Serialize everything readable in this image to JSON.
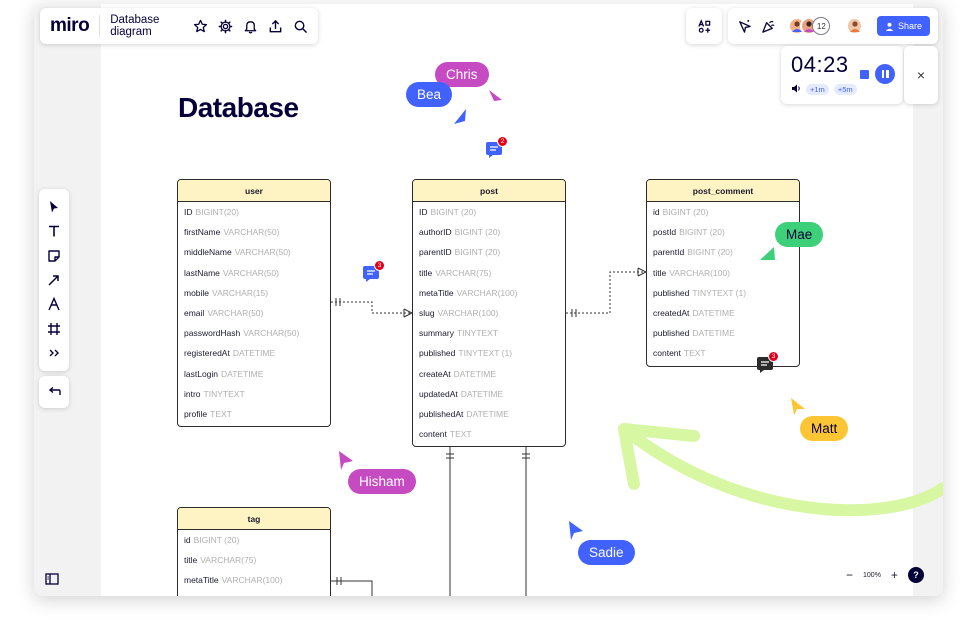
{
  "app": {
    "logo": "miro",
    "board_title": "Database diagram"
  },
  "collab": {
    "extra_count": "12",
    "share_label": "Share"
  },
  "timer": {
    "time": "04:23",
    "add_1m": "+1m",
    "add_5m": "+5m",
    "close": "×"
  },
  "canvas": {
    "heading": "Database"
  },
  "tables": {
    "user": {
      "name": "user",
      "fields": [
        {
          "name": "ID",
          "type": "BIGINT(20)"
        },
        {
          "name": "firstName",
          "type": "VARCHAR(50)"
        },
        {
          "name": "middleName",
          "type": "VARCHAR(50)"
        },
        {
          "name": "lastName",
          "type": "VARCHAR(50)"
        },
        {
          "name": "mobile",
          "type": "VARCHAR(15)"
        },
        {
          "name": "email",
          "type": "VARCHAR(50)"
        },
        {
          "name": "passwordHash",
          "type": "VARCHAR(50)"
        },
        {
          "name": "registeredAt",
          "type": "DATETIME"
        },
        {
          "name": "lastLogin",
          "type": "DATETIME"
        },
        {
          "name": "intro",
          "type": "TINYTEXT"
        },
        {
          "name": "profile",
          "type": "TEXT"
        }
      ]
    },
    "post": {
      "name": "post",
      "fields": [
        {
          "name": "ID",
          "type": "BIGINT (20)"
        },
        {
          "name": "authorID",
          "type": "BIGINT (20)"
        },
        {
          "name": "parentID",
          "type": "BIGINT (20)"
        },
        {
          "name": "title",
          "type": "VARCHAR(75)"
        },
        {
          "name": "metaTitle",
          "type": "VARCHAR(100)"
        },
        {
          "name": "slug",
          "type": "VARCHAR(100)"
        },
        {
          "name": "summary",
          "type": "TINYTEXT"
        },
        {
          "name": "published",
          "type": "TINYTEXT (1)"
        },
        {
          "name": "createAt",
          "type": "DATETIME"
        },
        {
          "name": "updatedAt",
          "type": "DATETIME"
        },
        {
          "name": "publishedAt",
          "type": "DATETIME"
        },
        {
          "name": "content",
          "type": "TEXT"
        }
      ]
    },
    "post_comment": {
      "name": "post_comment",
      "fields": [
        {
          "name": "id",
          "type": "BIGINT (20)"
        },
        {
          "name": "postId",
          "type": "BIGINT (20)"
        },
        {
          "name": "parentId",
          "type": "BIGINT (20)"
        },
        {
          "name": "title",
          "type": "VARCHAR(100)"
        },
        {
          "name": "published",
          "type": "TINYTEXT (1)"
        },
        {
          "name": "createdAt",
          "type": "DATETIME"
        },
        {
          "name": "published",
          "type": "DATETIME"
        },
        {
          "name": "content",
          "type": "TEXT"
        }
      ]
    },
    "tag": {
      "name": "tag",
      "fields": [
        {
          "name": "id",
          "type": "BIGINT (20)"
        },
        {
          "name": "title",
          "type": "VARCHAR(75)"
        },
        {
          "name": "metaTitle",
          "type": "VARCHAR(100)"
        }
      ]
    }
  },
  "comments": {
    "post_top": "2",
    "user_side": "3",
    "post_comment_bottom": "3"
  },
  "cursors": {
    "chris": {
      "name": "Chris",
      "color": "#c64bc2"
    },
    "bea": {
      "name": "Bea",
      "color": "#4262ff"
    },
    "mae": {
      "name": "Mae",
      "color": "#3ecf7a"
    },
    "matt": {
      "name": "Matt",
      "color": "#fcc533"
    },
    "hisham": {
      "name": "Hisham",
      "color": "#c64bc2"
    },
    "sadie": {
      "name": "Sadie",
      "color": "#4262ff"
    }
  },
  "zoom": {
    "minus": "−",
    "value": "100%",
    "plus": "+",
    "help": "?"
  },
  "icons": {
    "star": "star-icon",
    "settings": "gear-icon",
    "bell": "bell-icon",
    "upload": "upload-icon",
    "search": "search-icon"
  }
}
